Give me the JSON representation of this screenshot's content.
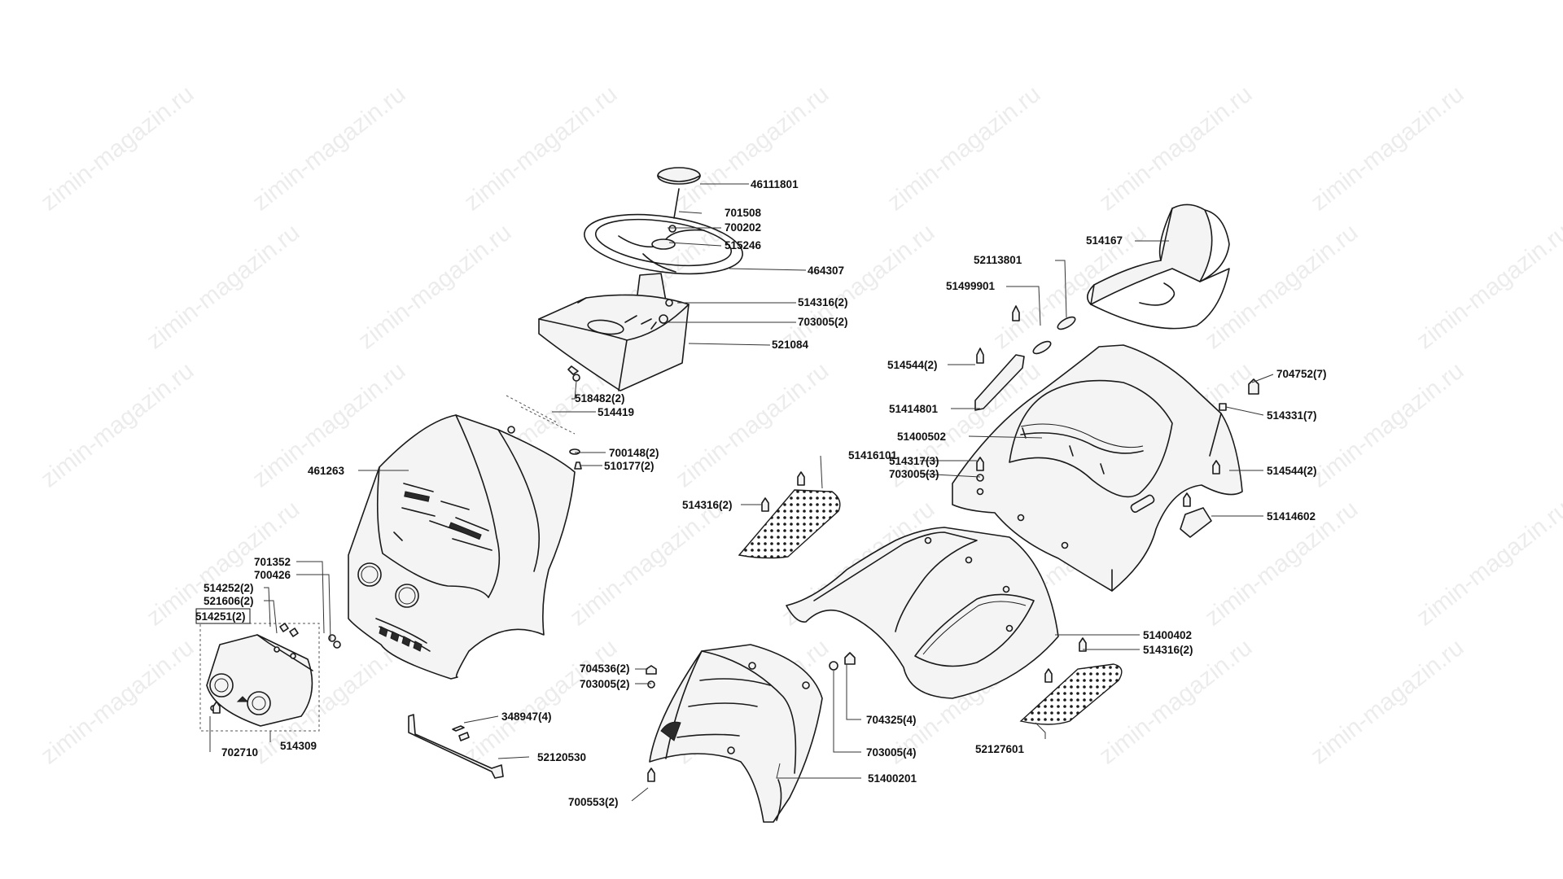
{
  "watermark": {
    "text": "zimin-magazin.ru"
  },
  "callouts": [
    {
      "id": "c1",
      "label": "46111801"
    },
    {
      "id": "c2",
      "label": "701508"
    },
    {
      "id": "c3",
      "label": "700202"
    },
    {
      "id": "c4",
      "label": "515246"
    },
    {
      "id": "c5",
      "label": "464307"
    },
    {
      "id": "c6",
      "label": "514316(2)"
    },
    {
      "id": "c7",
      "label": "703005(2)"
    },
    {
      "id": "c8",
      "label": "521084"
    },
    {
      "id": "c9",
      "label": "518482(2)"
    },
    {
      "id": "c10",
      "label": "514419"
    },
    {
      "id": "c11",
      "label": "700148(2)"
    },
    {
      "id": "c12",
      "label": "510177(2)"
    },
    {
      "id": "c13",
      "label": "461263"
    },
    {
      "id": "c14",
      "label": "701352"
    },
    {
      "id": "c15",
      "label": "700426"
    },
    {
      "id": "c16",
      "label": "514252(2)"
    },
    {
      "id": "c17",
      "label": "521606(2)"
    },
    {
      "id": "c18",
      "label": "514251(2)"
    },
    {
      "id": "c19",
      "label": "702710"
    },
    {
      "id": "c20",
      "label": "514309"
    },
    {
      "id": "c21",
      "label": "348947(4)"
    },
    {
      "id": "c22",
      "label": "52120530"
    },
    {
      "id": "c23",
      "label": "704536(2)"
    },
    {
      "id": "c24",
      "label": "703005(2)"
    },
    {
      "id": "c25",
      "label": "700553(2)"
    },
    {
      "id": "c26",
      "label": "704325(4)"
    },
    {
      "id": "c27",
      "label": "703005(4)"
    },
    {
      "id": "c28",
      "label": "51400201"
    },
    {
      "id": "c29",
      "label": "514316(2)"
    },
    {
      "id": "c30",
      "label": "51416101"
    },
    {
      "id": "c31",
      "label": "514317(3)"
    },
    {
      "id": "c32",
      "label": "703005(3)"
    },
    {
      "id": "c33",
      "label": "51400502"
    },
    {
      "id": "c34",
      "label": "51414801"
    },
    {
      "id": "c35",
      "label": "514544(2)"
    },
    {
      "id": "c36",
      "label": "51499901"
    },
    {
      "id": "c37",
      "label": "52113801"
    },
    {
      "id": "c38",
      "label": "514167"
    },
    {
      "id": "c39",
      "label": "704752(7)"
    },
    {
      "id": "c40",
      "label": "514331(7)"
    },
    {
      "id": "c41",
      "label": "514544(2)"
    },
    {
      "id": "c42",
      "label": "51414602"
    },
    {
      "id": "c43",
      "label": "51400402"
    },
    {
      "id": "c44",
      "label": "514316(2)"
    },
    {
      "id": "c45",
      "label": "52127601"
    }
  ]
}
